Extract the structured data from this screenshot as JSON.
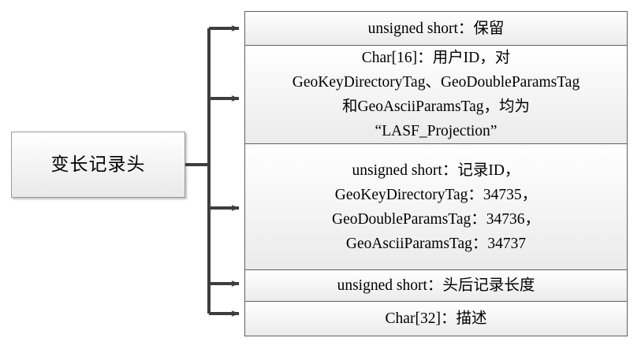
{
  "diagram": {
    "type": "structure-breakdown",
    "title_visible": false,
    "source": {
      "label": "变长记录头"
    },
    "connector": {
      "style": "orthogonal-fan",
      "arrow_count": 5,
      "line_color": "#3d3d3d"
    },
    "fields": [
      {
        "index": 1,
        "name": "reserved-field",
        "text": "unsigned short：保留",
        "lines": [
          "unsigned short：保留"
        ]
      },
      {
        "index": 2,
        "name": "user-id-field",
        "text": "Char[16]：用户ID，对\nGeoKeyDirectoryTag、GeoDoubleParamsTag\n和GeoAsciiParamsTag，均为\n“LASF_Projection”",
        "lines": [
          "Char[16]：用户ID，对",
          "GeoKeyDirectoryTag、GeoDoubleParamsTag",
          "和GeoAsciiParamsTag，均为",
          "“LASF_Projection”"
        ]
      },
      {
        "index": 3,
        "name": "record-id-field",
        "text": "unsigned short：记录ID，\nGeoKeyDirectoryTag：34735，\nGeoDoubleParamsTag：34736，\nGeoAsciiParamsTag：34737",
        "lines": [
          "unsigned short：记录ID，",
          "GeoKeyDirectoryTag：34735，",
          "GeoDoubleParamsTag：34736，",
          "GeoAsciiParamsTag：34737"
        ]
      },
      {
        "index": 4,
        "name": "record-length-after-header-field",
        "text": "unsigned short：头后记录长度",
        "lines": [
          "unsigned short：头后记录长度"
        ]
      },
      {
        "index": 5,
        "name": "description-field",
        "text": "Char[32]：描述",
        "lines": [
          "Char[32]：描述"
        ]
      }
    ],
    "colors": {
      "box_border": "#5f5f5f",
      "source_border": "#9a9a9a",
      "fill_top": "#ffffff",
      "fill_bottom": "#ebebeb",
      "line": "#3d3d3d",
      "text": "#000000",
      "background": "#ffffff"
    }
  }
}
